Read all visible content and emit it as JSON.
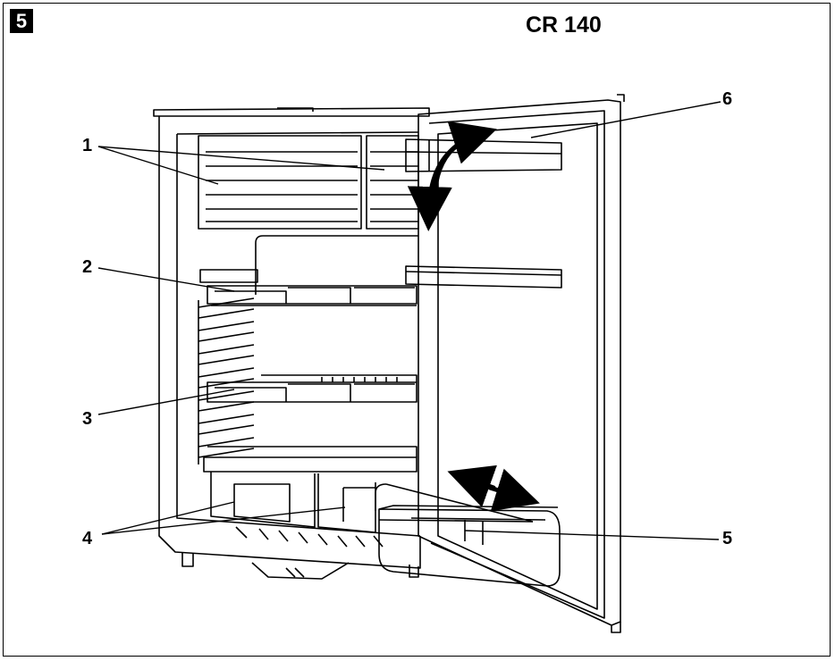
{
  "figure": {
    "number": "5",
    "model": "CR 140"
  },
  "callouts": [
    "1",
    "2",
    "3",
    "4",
    "5",
    "6"
  ],
  "colors": {
    "line": "#000000",
    "background": "#ffffff",
    "recess": "#f2f2f2"
  }
}
